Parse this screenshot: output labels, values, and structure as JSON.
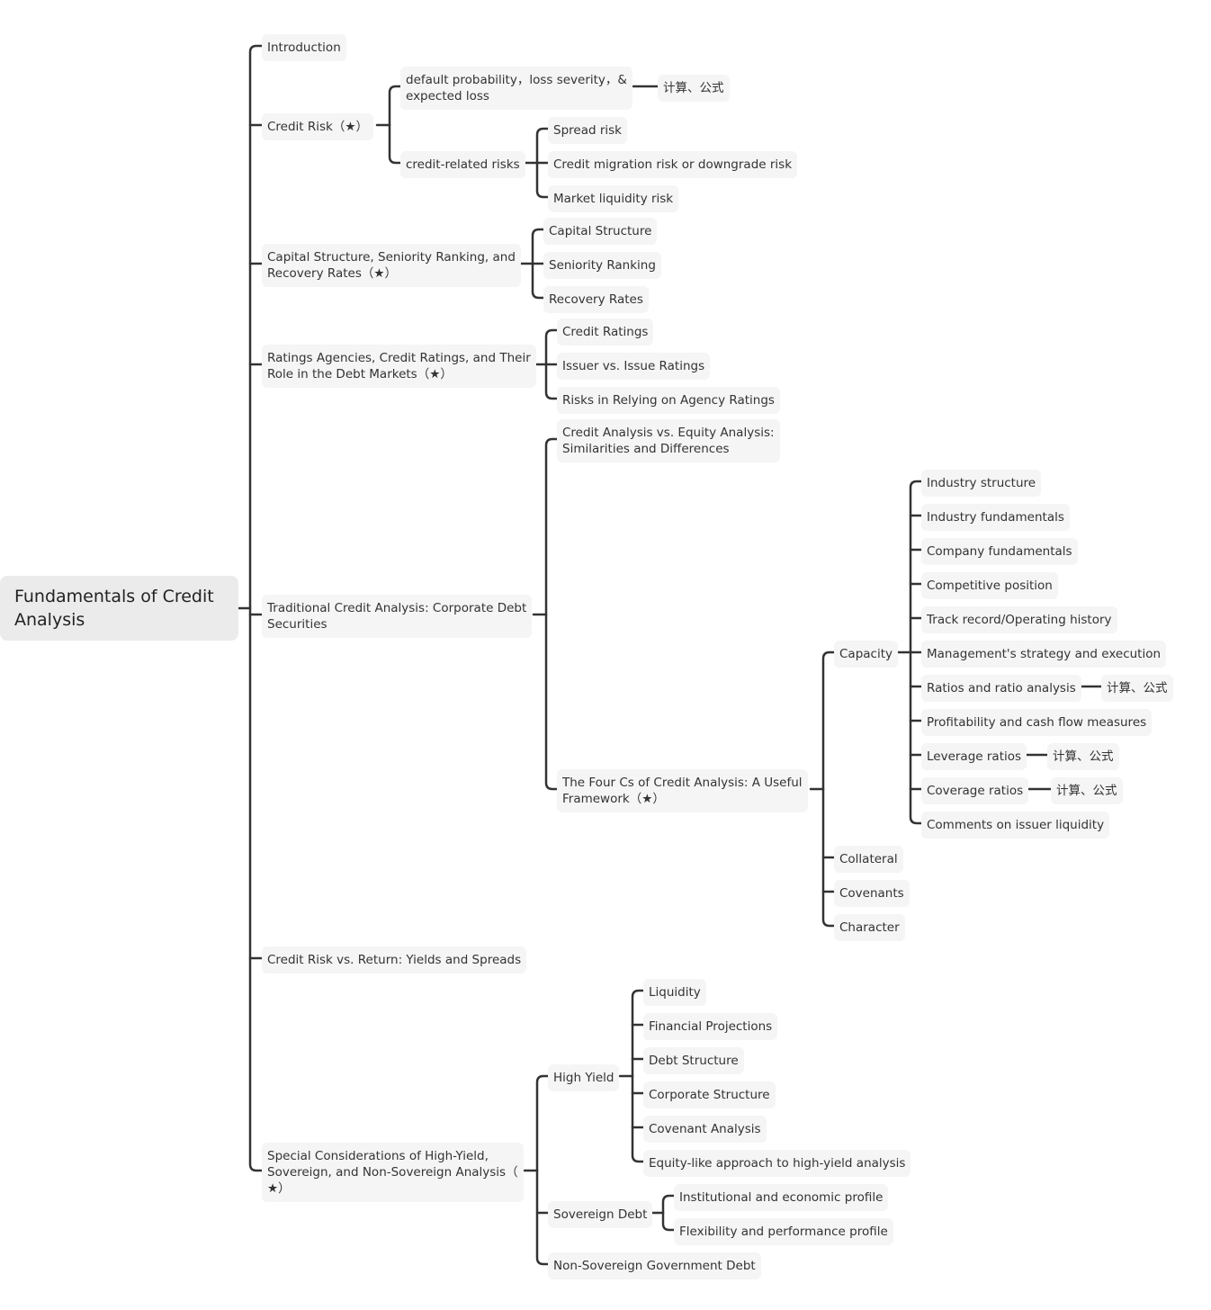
{
  "root": "Fundamentals of Credit\nAnalysis",
  "branches": {
    "introduction": "Introduction",
    "credit_risk": {
      "label": "Credit Risk（★）",
      "default_probability": "default probability，loss severity，&\nexpected loss",
      "default_probability_note": "计算、公式",
      "credit_related_risks": "credit-related risks",
      "spread_risk": "Spread risk",
      "migration_risk": "Credit migration risk or downgrade risk",
      "market_liquidity_risk": "Market liquidity risk"
    },
    "capital_structure": {
      "label": "Capital Structure, Seniority Ranking, and\nRecovery Rates（★）",
      "items": [
        "Capital Structure",
        "Seniority Ranking",
        "Recovery Rates"
      ]
    },
    "ratings": {
      "label": "Ratings Agencies, Credit Ratings, and Their\nRole in the Debt Markets（★）",
      "items": [
        "Credit Ratings",
        "Issuer vs. Issue Ratings",
        "Risks in Relying on Agency Ratings"
      ]
    },
    "traditional": {
      "label": "Traditional Credit Analysis: Corporate Debt\nSecurities",
      "credit_vs_equity": "Credit Analysis vs. Equity Analysis:\nSimilarities and Differences",
      "four_cs": "The Four Cs of Credit Analysis: A Useful\nFramework（★）",
      "capacity": "Capacity",
      "capacity_items": [
        "Industry structure",
        "Industry fundamentals",
        "Company fundamentals",
        "Competitive position",
        "Track record/Operating history",
        "Management's strategy and execution",
        "Ratios and ratio analysis",
        "Profitability and cash flow measures",
        "Leverage ratios",
        "Coverage ratios",
        "Comments on issuer liquidity"
      ],
      "formula_note": "计算、公式",
      "collateral": "Collateral",
      "covenants": "Covenants",
      "character": "Character"
    },
    "credit_vs_return": "Credit Risk vs. Return: Yields and Spreads",
    "special": {
      "label": "Special Considerations of High-Yield,\nSovereign, and Non-Sovereign Analysis（\n★）",
      "high_yield": "High Yield",
      "high_yield_items": [
        "Liquidity",
        "Financial Projections",
        "Debt Structure",
        "Corporate Structure",
        "Covenant Analysis",
        "Equity-like approach to high-yield analysis"
      ],
      "sovereign_debt": "Sovereign Debt",
      "sovereign_items": [
        "Institutional and economic profile",
        "Flexibility and performance profile"
      ],
      "non_sovereign": "Non-Sovereign Government Debt"
    }
  }
}
